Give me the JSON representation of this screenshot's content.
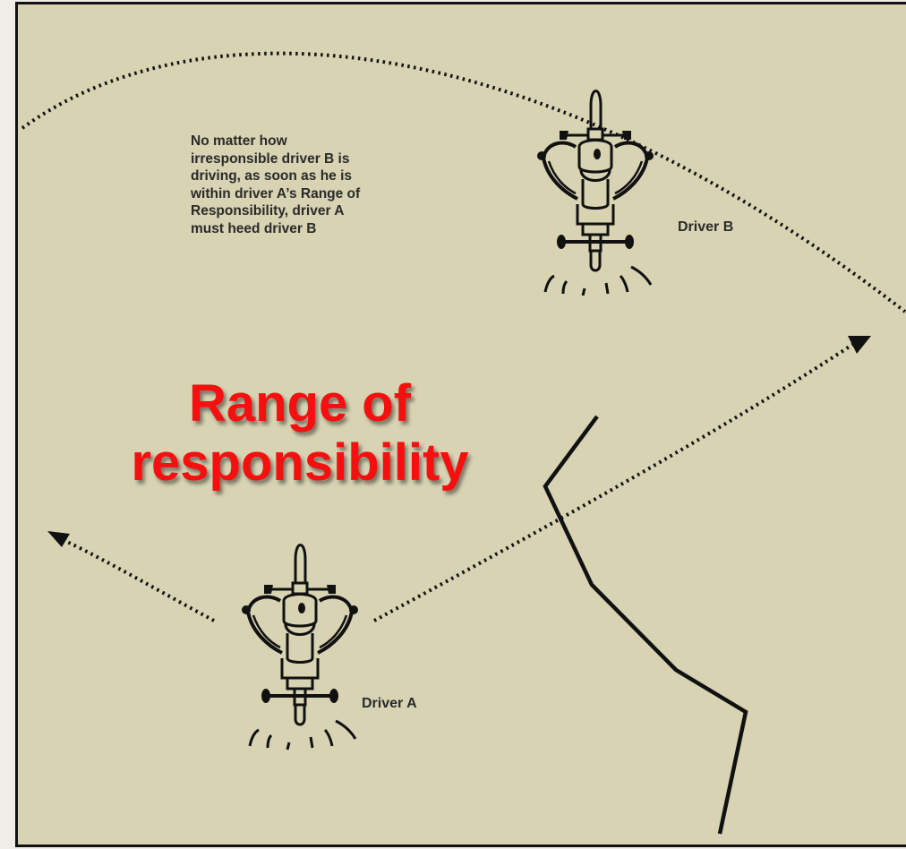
{
  "diagram": {
    "caption_lines": [
      "No matter how",
      "irresponsible driver B is",
      "driving, as soon as he is",
      "within driver A’s Range of",
      "Responsibility, driver A",
      "must heed driver B"
    ],
    "driver_b_label": "Driver B",
    "driver_a_label": "Driver A",
    "title_lines": [
      "Range of",
      "responsibility"
    ]
  },
  "colors": {
    "background": "#d7d3b3",
    "title": "#f50f0f",
    "ink": "#111111"
  },
  "icons": [
    "motorcycle-driver-b-icon",
    "motorcycle-driver-a-icon"
  ]
}
